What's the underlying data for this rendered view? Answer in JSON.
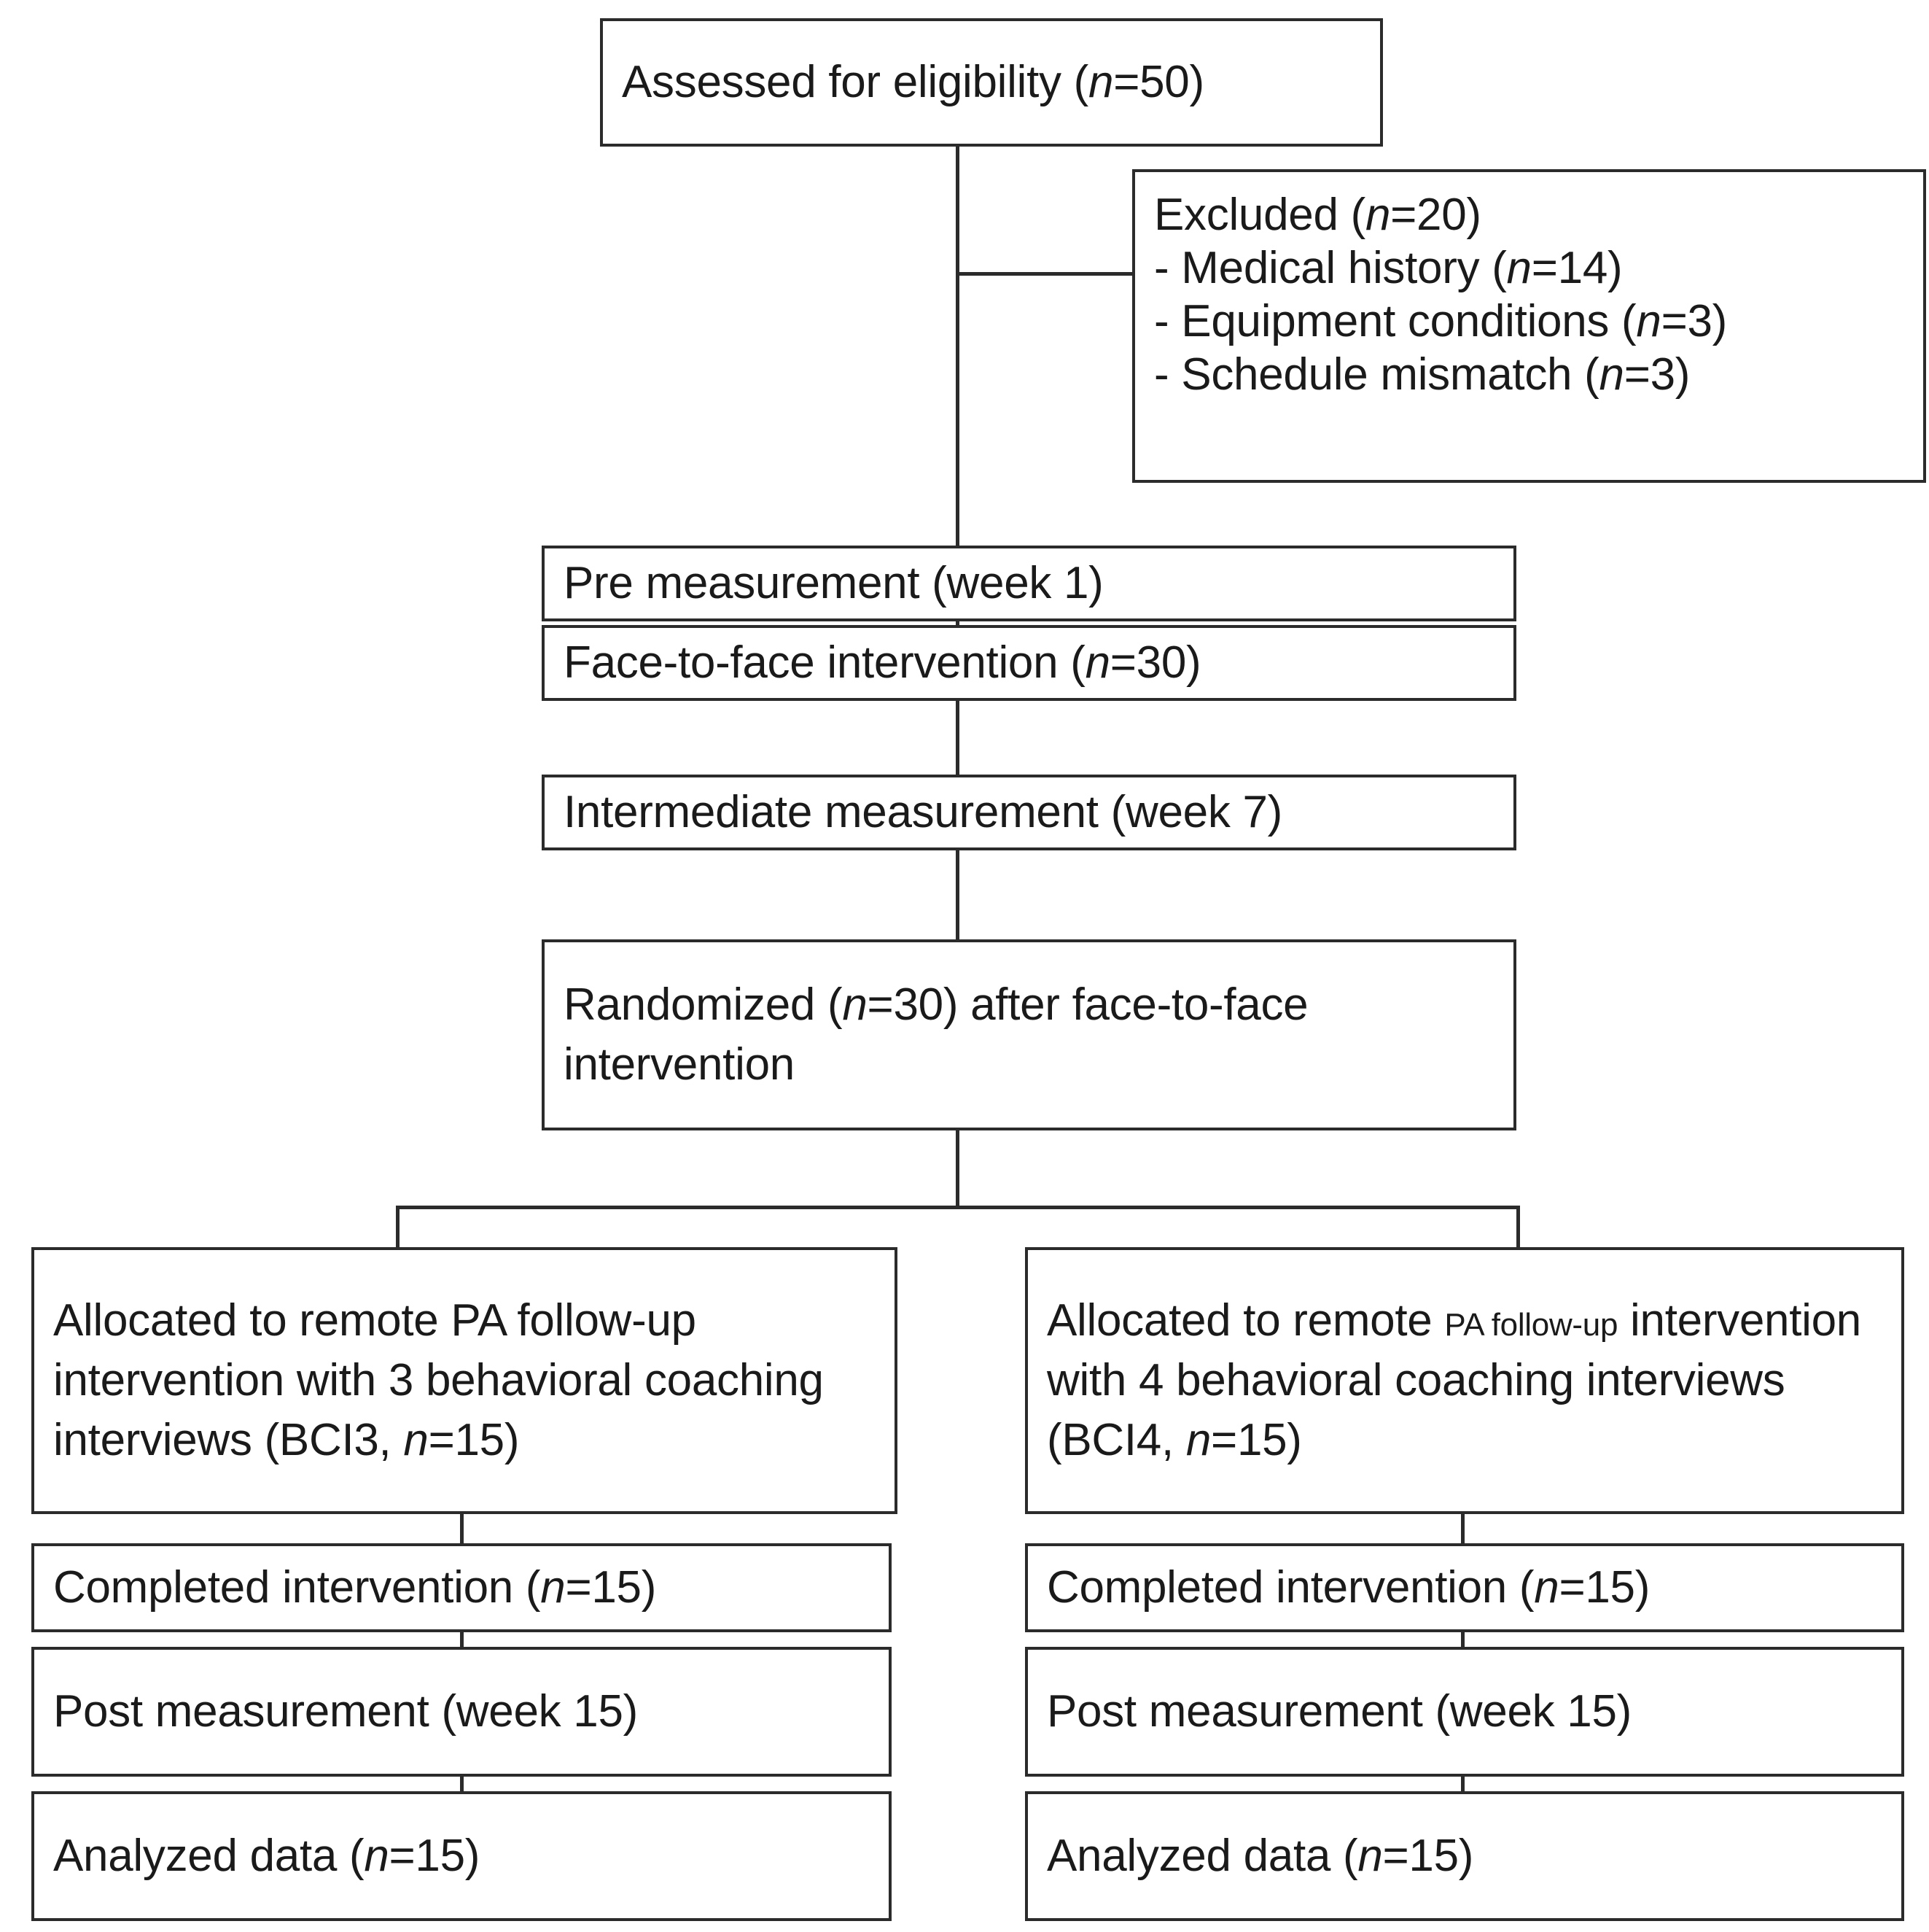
{
  "diagram": {
    "title": "CONSORT participant flow diagram",
    "type": "flowchart",
    "colors": {
      "border": "#2b2b2b",
      "background": "#ffffff",
      "text": "#1a1a1a"
    }
  },
  "nodes": {
    "assessed": {
      "label_prefix": "Assessed for eligibility (",
      "n_symbol": "n",
      "label_suffix": "=50)"
    },
    "excluded": {
      "heading_prefix": "Excluded (",
      "n_symbol": "n",
      "heading_suffix": "=20)",
      "reasons": [
        {
          "bullet": "-",
          "text": "Medical history (",
          "n_symbol": "n",
          "value": "=14)"
        },
        {
          "bullet": "-",
          "text": "Equipment conditions (",
          "n_symbol": "n",
          "value": "=3)"
        },
        {
          "bullet": "-",
          "text": "Schedule mismatch (",
          "n_symbol": "n",
          "value": "=3)"
        }
      ]
    },
    "pre_measurement": {
      "label": "Pre measurement (week 1)"
    },
    "face_to_face": {
      "label_prefix": "Face-to-face intervention (",
      "n_symbol": "n",
      "label_suffix": "=30)"
    },
    "intermediate_measurement": {
      "label": "Intermediate measurement (week 7)"
    },
    "randomized": {
      "label_prefix": "Randomized (",
      "n_symbol": "n",
      "label_suffix": "=30) after face-to-face intervention"
    }
  },
  "arms": [
    {
      "id": "bci3",
      "side": "left",
      "allocated": {
        "part1": "Allocated to remote PA follow-up",
        "part_small": "",
        "part2": " intervention with 3 behavioral coaching interviews (BCI3, ",
        "n_symbol": "n",
        "part3": "=15)"
      },
      "completed": {
        "label_prefix": "Completed intervention (",
        "n_symbol": "n",
        "label_suffix": "=15)"
      },
      "post": {
        "label": "Post measurement (week 15)"
      },
      "analyzed": {
        "label_prefix": "Analyzed data (",
        "n_symbol": "n",
        "label_suffix": "=15)"
      }
    },
    {
      "id": "bci4",
      "side": "right",
      "allocated": {
        "part1": "Allocated to remote ",
        "part_small": "PA follow-up",
        "part2": " intervention with 4 behavioral coaching interviews (BCI4, ",
        "n_symbol": "n",
        "part3": "=15)"
      },
      "completed": {
        "label_prefix": "Completed intervention (",
        "n_symbol": "n",
        "label_suffix": "=15)"
      },
      "post": {
        "label": "Post measurement (week 15)"
      },
      "analyzed": {
        "label_prefix": "Analyzed data (",
        "n_symbol": "n",
        "label_suffix": "=15)"
      }
    }
  ]
}
